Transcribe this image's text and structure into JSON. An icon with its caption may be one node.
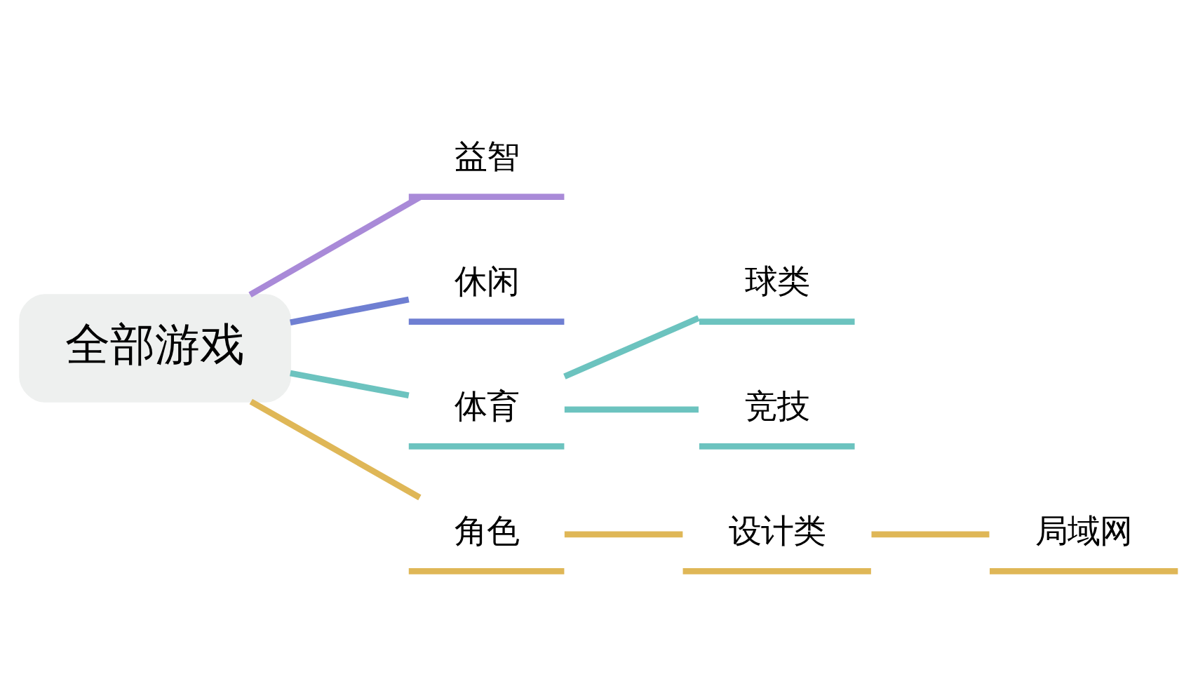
{
  "diagram": {
    "nodes": [
      {
        "text": [
          "全部游戏"
        ]
      },
      {
        "text": [
          "益智"
        ]
      },
      {
        "text": [
          "休闲"
        ]
      },
      {
        "text": [
          "体育"
        ]
      },
      {
        "text": [
          "球类"
        ]
      },
      {
        "text": [
          "竞技"
        ]
      },
      {
        "text": [
          "角色"
        ]
      },
      {
        "text": [
          "设计类"
        ]
      },
      {
        "text": [
          "局域网"
        ]
      }
    ],
    "edges": [
      {
        "from": 0,
        "to": 1,
        "arrow": "none",
        "color": "#a98ad8"
      },
      {
        "from": 0,
        "to": 2,
        "arrow": "none",
        "color": "#6f7fd2"
      },
      {
        "from": 0,
        "to": 3,
        "arrow": "none",
        "color": "#6cc3bf"
      },
      {
        "from": 3,
        "to": 4,
        "arrow": "none",
        "color": "#6cc3bf"
      },
      {
        "from": 3,
        "to": 5,
        "arrow": "none",
        "color": "#6cc3bf"
      },
      {
        "from": 0,
        "to": 6,
        "arrow": "none",
        "color": "#dfb757"
      },
      {
        "from": 6,
        "to": 7,
        "arrow": "none",
        "color": "#dfb757"
      },
      {
        "from": 7,
        "to": 8,
        "arrow": "none",
        "color": "#dfb757"
      }
    ]
  }
}
